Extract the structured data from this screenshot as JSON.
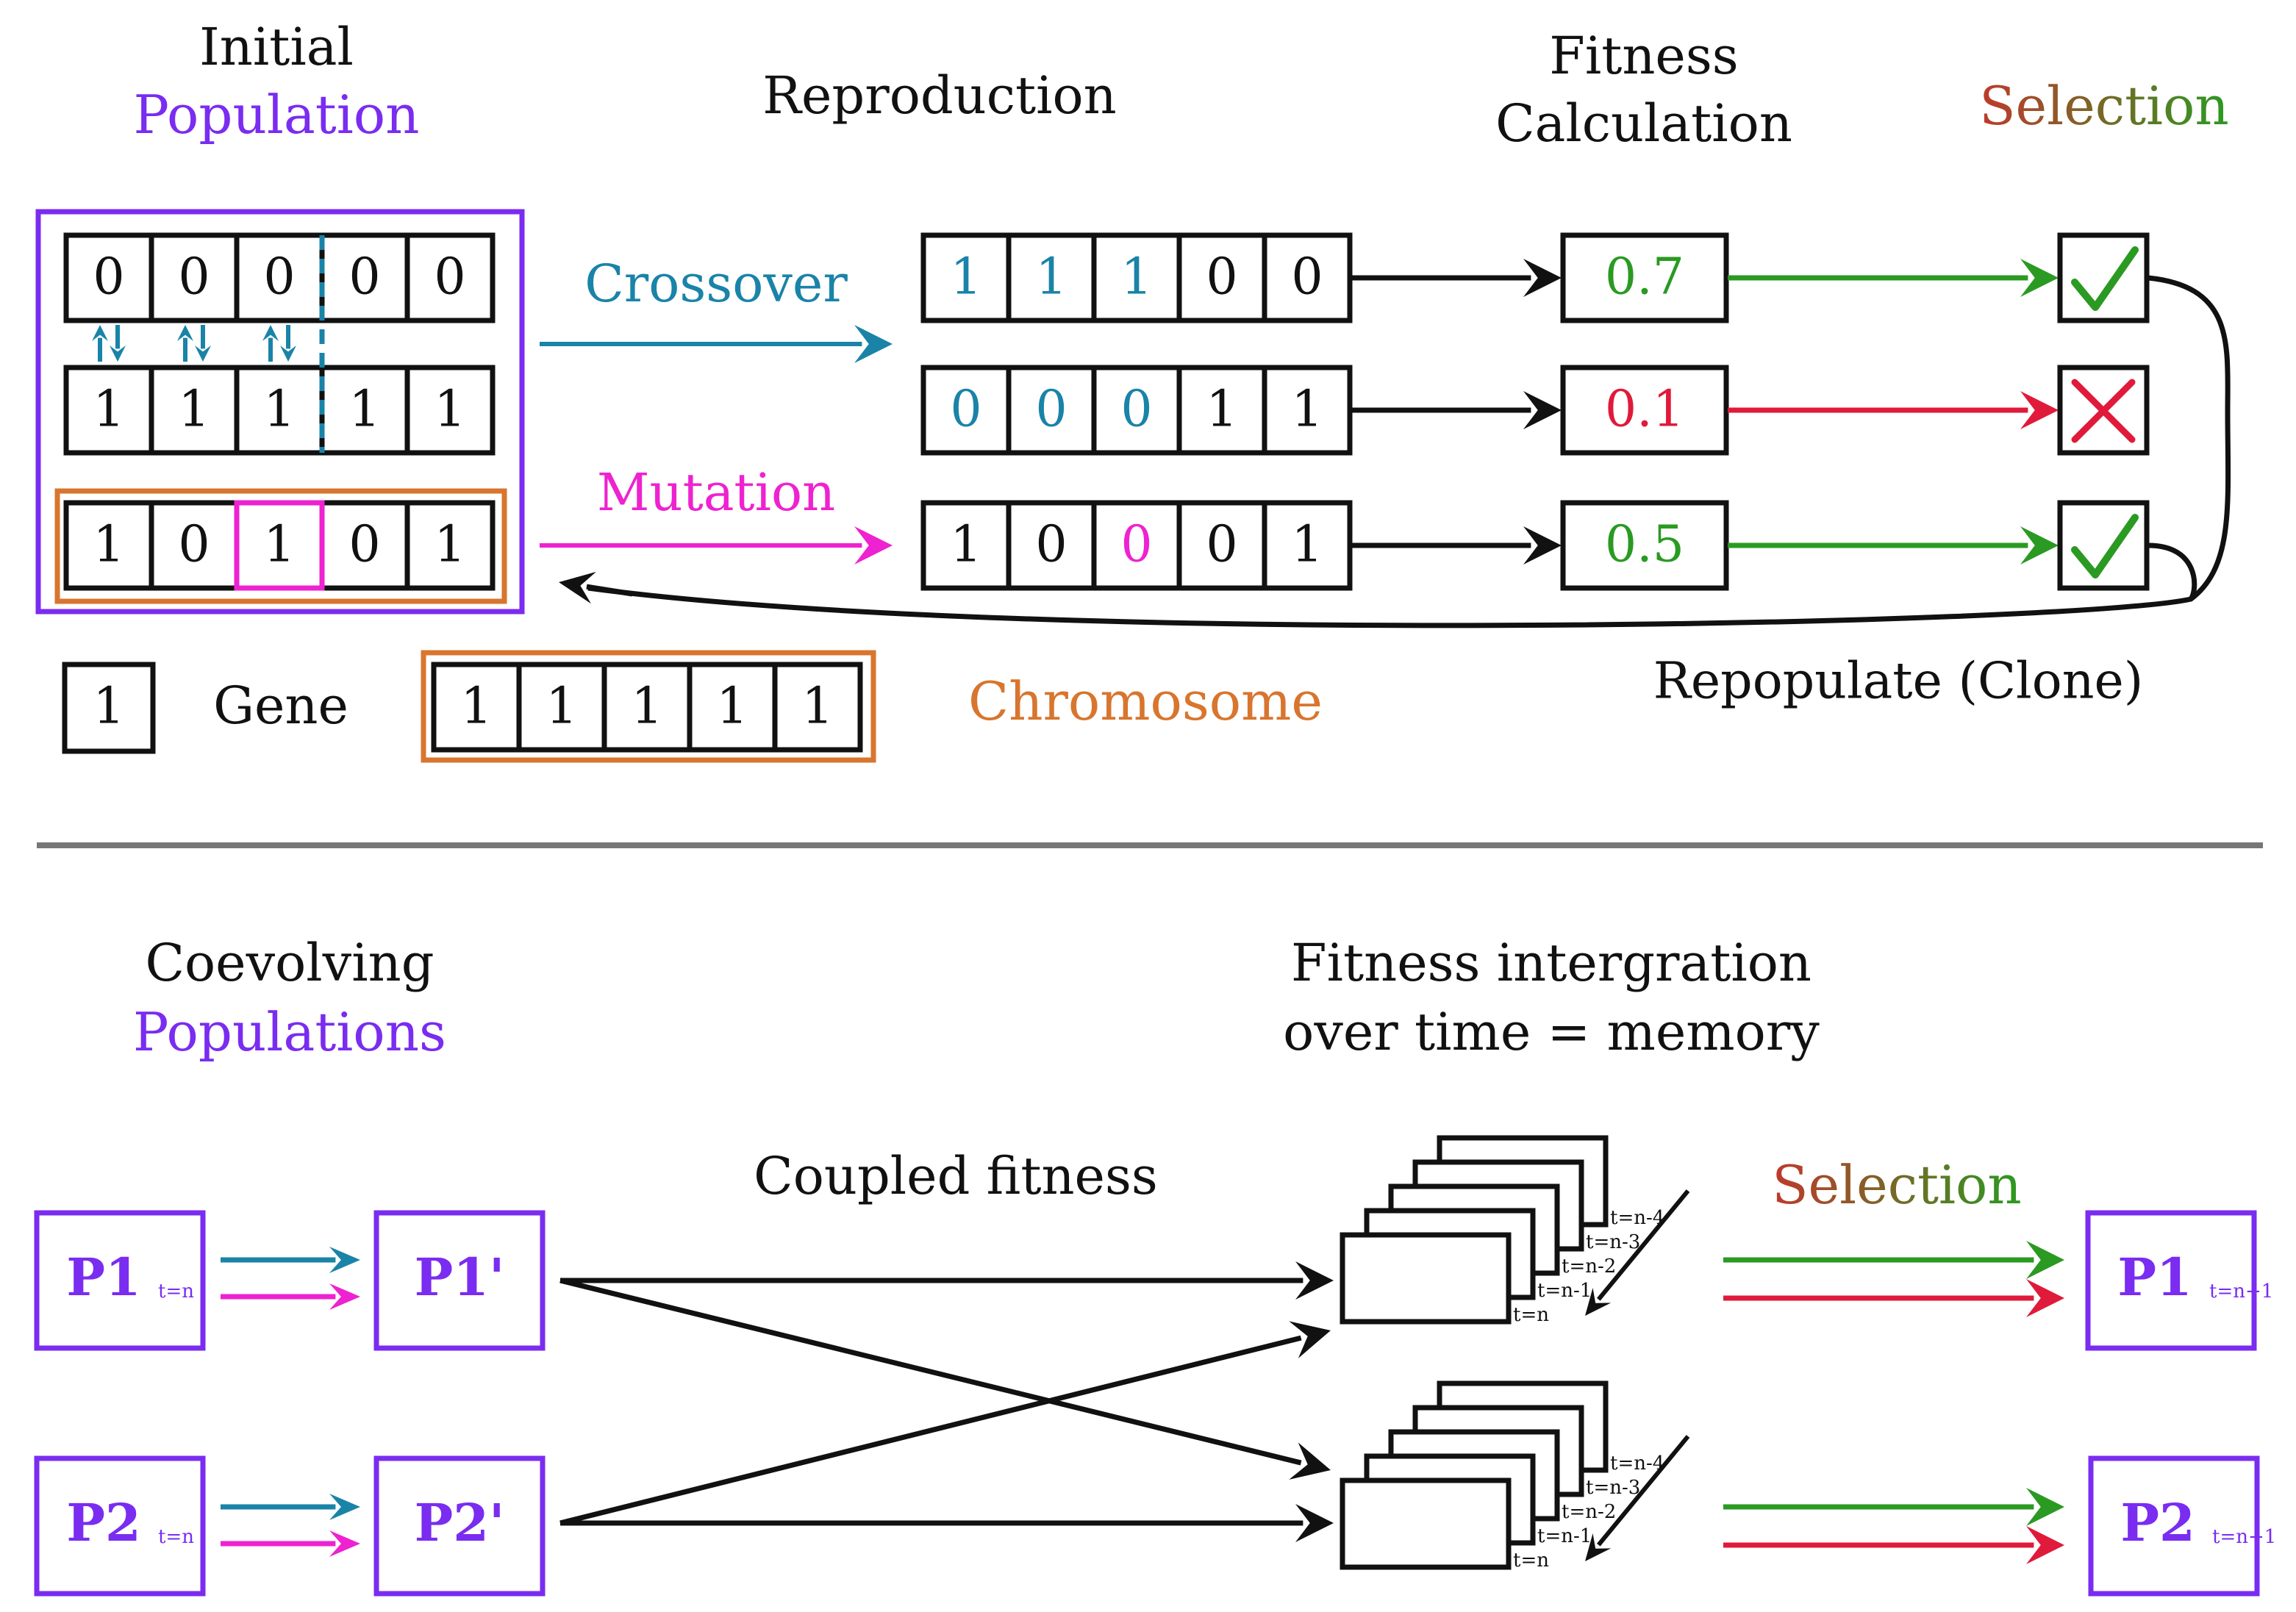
{
  "colors": {
    "black": "#111111",
    "purple": "#7a2cf0",
    "orange": "#d8752e",
    "blue": "#1a83a8",
    "magenta": "#ee22d0",
    "green": "#2a9a22",
    "red": "#e01a3a",
    "divider": "#777777",
    "selection_gradient_start": "#c0392b",
    "selection_gradient_end": "#2a9a22"
  },
  "top": {
    "title_initial": "Initial",
    "title_population": "Population",
    "title_reproduction": "Reproduction",
    "title_fitness_line1": "Fitness",
    "title_fitness_line2": "Calculation",
    "title_selection": "Selection",
    "initial_population": {
      "rows": [
        [
          "0",
          "0",
          "0",
          "0",
          "0"
        ],
        [
          "1",
          "1",
          "1",
          "1",
          "1"
        ],
        [
          "1",
          "0",
          "1",
          "0",
          "1"
        ]
      ]
    },
    "crossover_label": "Crossover",
    "mutation_label": "Mutation",
    "offspring": [
      {
        "genes": [
          "1",
          "1",
          "1",
          "0",
          "0"
        ],
        "gene_colors": [
          "blue",
          "blue",
          "blue",
          "black",
          "black"
        ],
        "fitness": "0.7",
        "fitness_color": "green",
        "selected": true
      },
      {
        "genes": [
          "0",
          "0",
          "0",
          "1",
          "1"
        ],
        "gene_colors": [
          "blue",
          "blue",
          "blue",
          "black",
          "black"
        ],
        "fitness": "0.1",
        "fitness_color": "red",
        "selected": false
      },
      {
        "genes": [
          "1",
          "0",
          "0",
          "0",
          "1"
        ],
        "gene_colors": [
          "black",
          "black",
          "magenta",
          "black",
          "black"
        ],
        "fitness": "0.5",
        "fitness_color": "green",
        "selected": true
      }
    ],
    "legend_gene_value": "1",
    "legend_gene_label": "Gene",
    "legend_chromosome_genes": [
      "1",
      "1",
      "1",
      "1",
      "1"
    ],
    "legend_chromosome_label": "Chromosome",
    "repopulate_label": "Repopulate (Clone)"
  },
  "bottom": {
    "title_coevolving": "Coevolving",
    "title_populations": "Populations",
    "title_fitness_line1": "Fitness intergration",
    "title_fitness_line2": "over time = memory",
    "coupled_label": "Coupled fitness",
    "selection_label": "Selection",
    "p1_main": "P1",
    "p1_sub": "t=n",
    "p1_prime": "P1'",
    "p2_main": "P2",
    "p2_sub": "t=n",
    "p2_prime": "P2'",
    "p1_next_main": "P1",
    "p1_next_sub": "t=n+1",
    "p2_next_main": "P2",
    "p2_next_sub": "t=n+1",
    "memory_labels": [
      "t=n-4",
      "t=n-3",
      "t=n-2",
      "t=n-1",
      "t=n"
    ]
  }
}
